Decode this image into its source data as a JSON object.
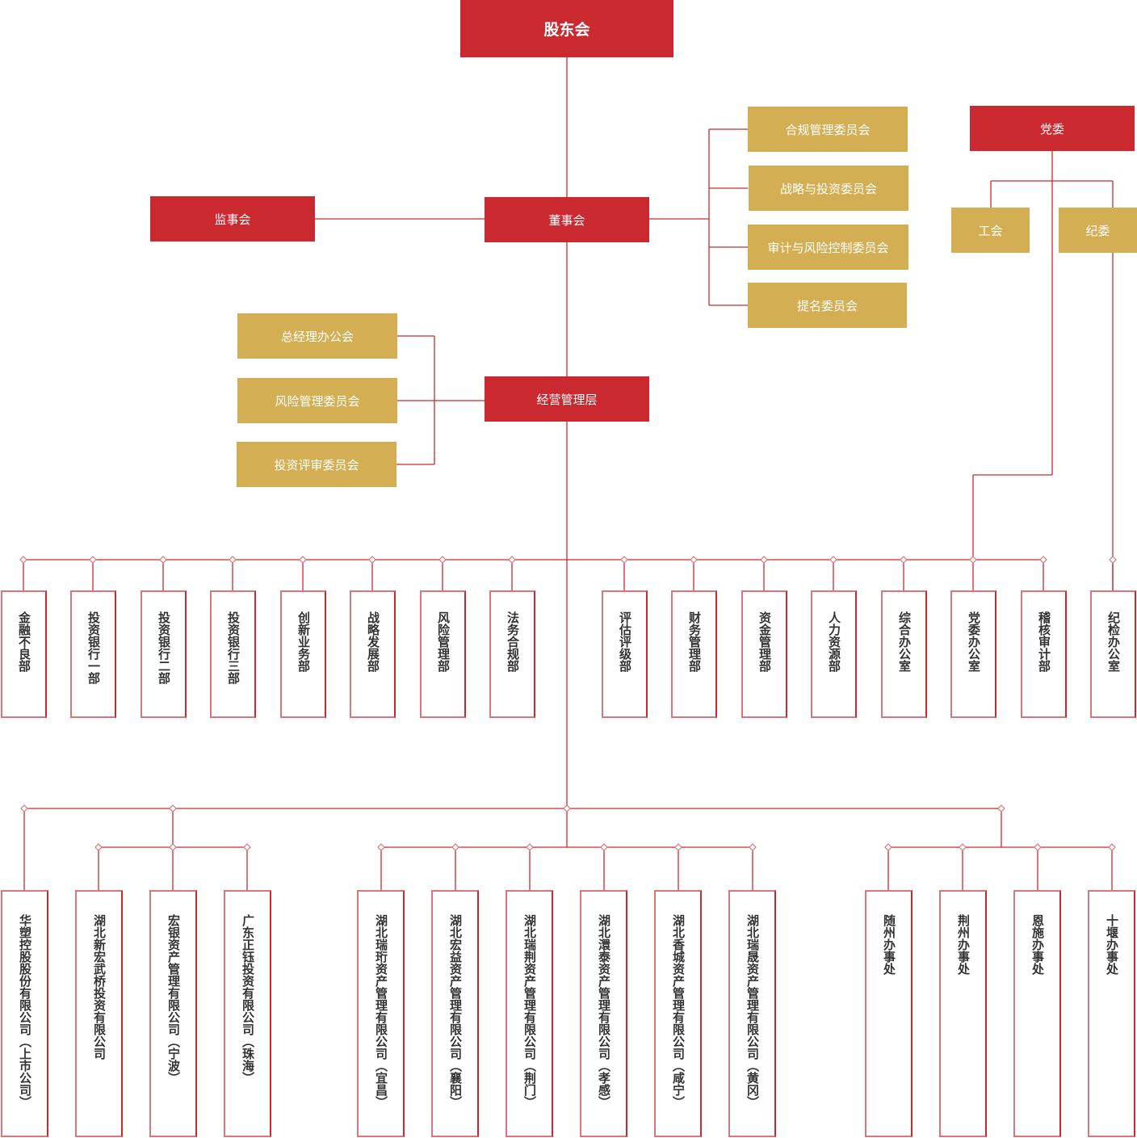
{
  "colors": {
    "primary_red": "#c9292f",
    "gold": "#d3ae52",
    "line": "#c9292f",
    "box_border": "#d9757c",
    "text_dark": "#333333"
  },
  "top": {
    "shareholders": "股东会",
    "supervisory_board": "监事会",
    "board": "董事会",
    "management": "经营管理层",
    "party_committee": "党委"
  },
  "board_committees": [
    "合规管理委员会",
    "战略与投资委员会",
    "审计与风险控制委员会",
    "提名委员会"
  ],
  "management_committees": [
    "总经理办公会",
    "风险管理委员会",
    "投资评审委员会"
  ],
  "party_children": [
    "工会",
    "纪委"
  ],
  "departments": [
    "金融不良部",
    "投资银行一部",
    "投资银行二部",
    "投资银行三部",
    "创新业务部",
    "战略发展部",
    "风险管理部",
    "法务合规部",
    "评估评级部",
    "财务管理部",
    "资金管理部",
    "人力资源部",
    "综合办公室",
    "党委办公室",
    "稽核审计部",
    "纪检办公室"
  ],
  "subsidiaries": [
    "华塑控股股份有限公司（上市公司）",
    "湖北新宏武桥投资有限公司",
    "宏银资产管理有限公司（宁波）",
    "广东正钰投资有限公司（珠海）",
    "湖北瑞珩资产管理有限公司（宜昌）",
    "湖北宏益资产管理有限公司（襄阳）",
    "湖北瑞荆资产管理有限公司（荆门）",
    "湖北澴泰资产管理有限公司（孝感）",
    "湖北香城资产管理有限公司（咸宁）",
    "湖北瑞晟资产管理有限公司（黄冈）",
    "随州办事处",
    "荆州办事处",
    "恩施办事处",
    "十堰办事处"
  ]
}
